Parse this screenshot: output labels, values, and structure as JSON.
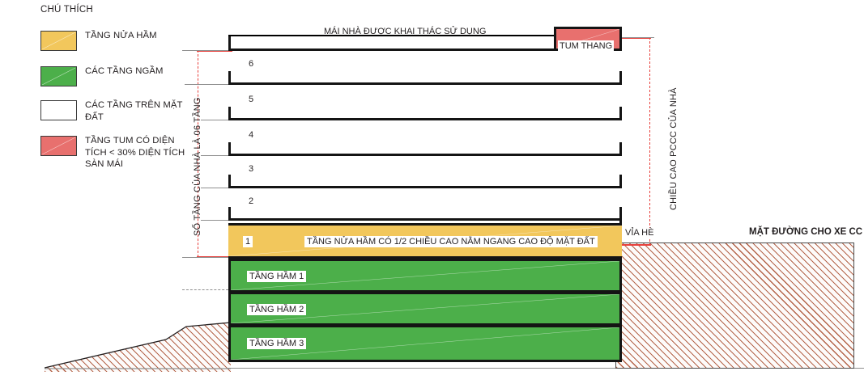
{
  "legend": {
    "title": "CHÚ THÍCH",
    "items": [
      {
        "swatch": "yellow",
        "color": "#f2c75c",
        "label": "TẦNG NỬA HẦM"
      },
      {
        "swatch": "green",
        "color": "#4caf4a",
        "label": "CÁC TẦNG NGẦM"
      },
      {
        "swatch": "white",
        "color": "#ffffff",
        "label": "CÁC TẦNG TRÊN MẶT ĐẤT"
      },
      {
        "swatch": "red",
        "color": "#e8706e",
        "label": "TẦNG TUM CÓ DIỆN TÍCH < 30% DIỆN TÍCH SÀN MÁI"
      }
    ]
  },
  "diagram": {
    "roof_note": "MÁI NHÀ ĐƯỢC KHAI THÁC SỬ DỤNG",
    "penthouse_label": "TUM THANG",
    "left_dimension": "SỐ TẦNG CỦA NHÀ LÀ 06 TẦNG",
    "right_dimension": "CHIỀU CAO PCCC CỦA NHÀ",
    "sidewalk_label": "VỈA HÈ",
    "road_label": "MẶT ĐƯỜNG CHO XE CC",
    "floor_numbers": [
      "6",
      "5",
      "4",
      "3",
      "2"
    ],
    "half_basement": {
      "number": "1",
      "note": "TẦNG NỬA HẦM CÓ 1/2 CHIỀU CAO NẰM NGANG CAO ĐỘ MẶT ĐẤT"
    },
    "basements": [
      "TẦNG HẦM 1",
      "TẦNG HẦM 2",
      "TẦNG HẦM 3"
    ]
  },
  "colors": {
    "half_basement": "#f2c75c",
    "basement": "#4caf4a",
    "above_ground": "#ffffff",
    "penthouse": "#e8706e",
    "dimension_red": "#e8403c",
    "hatch": "#b4644a",
    "outline": "#141414"
  }
}
